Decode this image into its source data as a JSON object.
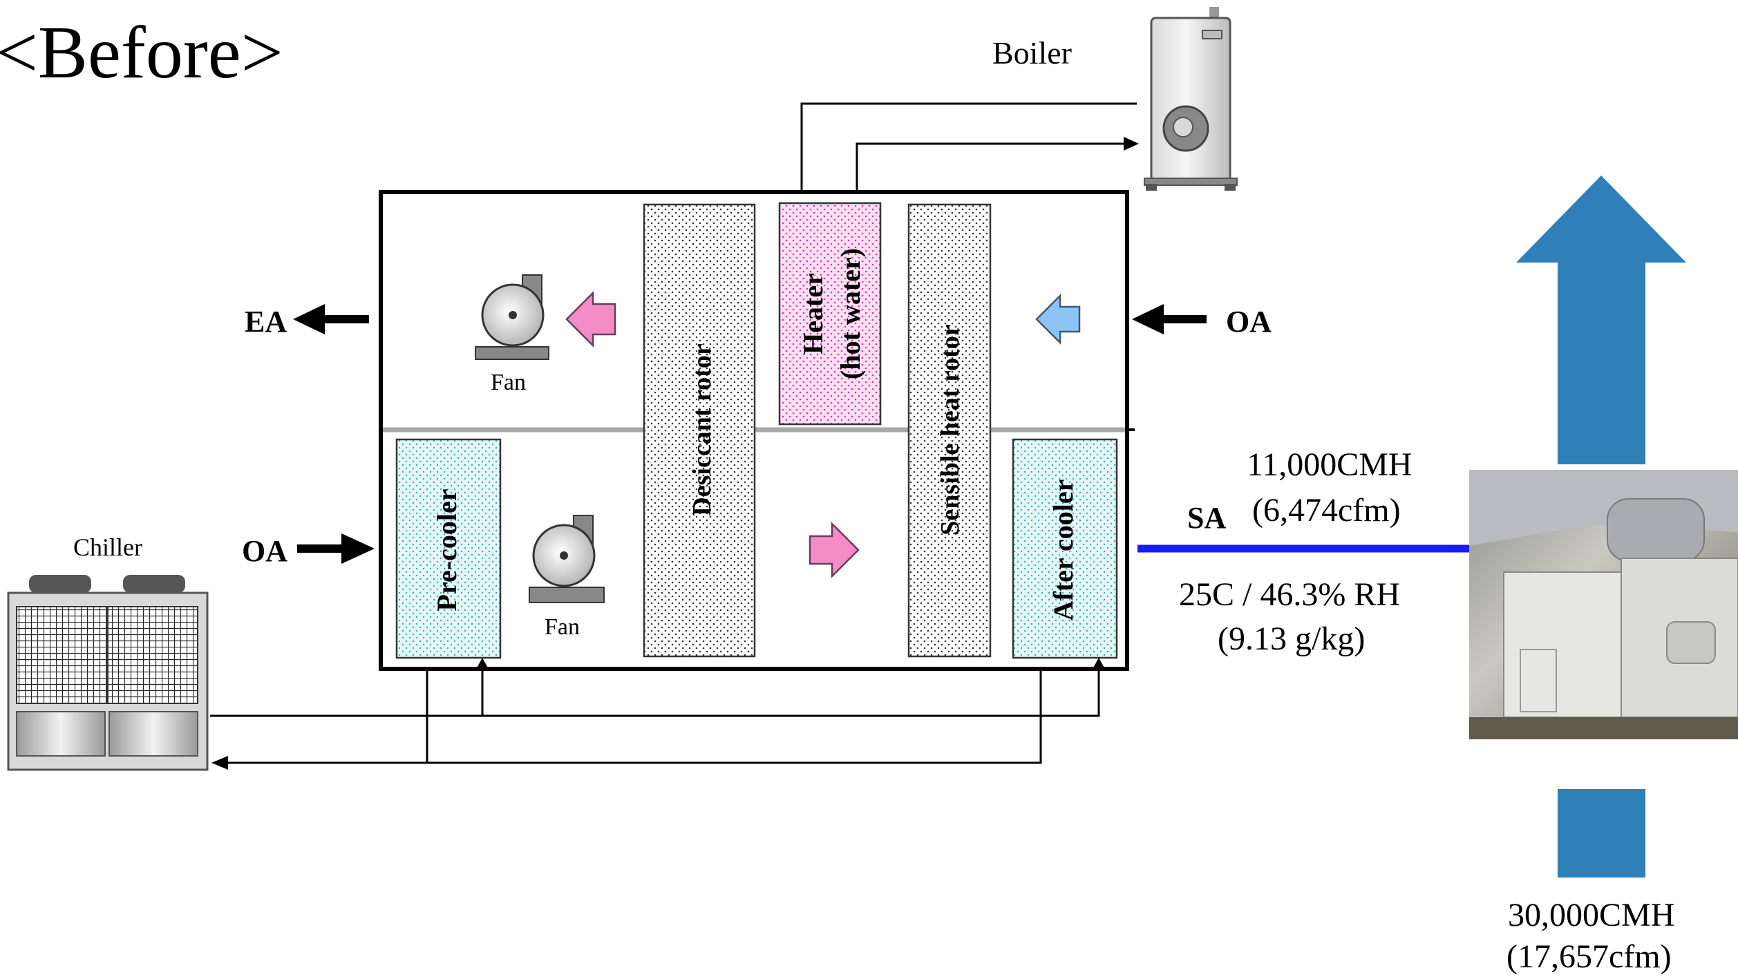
{
  "title": "<Before>",
  "labels": {
    "boiler": "Boiler",
    "chiller": "Chiller",
    "ea": "EA",
    "oa_top": "OA",
    "oa_bottom": "OA",
    "sa": "SA",
    "fan_top": "Fan",
    "fan_bottom": "Fan"
  },
  "components": {
    "pre_cooler": "Pre-cooler",
    "desiccant_rotor": "Desiccant rotor",
    "heater_line1": "Heater",
    "heater_line2": "(hot water)",
    "sensible_heat_rotor": "Sensible heat rotor",
    "after_cooler": "After cooler"
  },
  "supply": {
    "flow_cmh": "11,000CMH",
    "flow_cfm": "(6,474cfm)",
    "condition": "25C / 46.3% RH",
    "humidity_ratio": "(9.13 g/kg)"
  },
  "room": {
    "flow_cmh": "30,000CMH",
    "flow_cfm": "(17,657cfm)"
  },
  "colors": {
    "pink_arrow": "#f48cc8",
    "blue_arrow": "#8cc4f4",
    "supply_line": "#1a1aff",
    "big_arrow": "#2f7fb8",
    "heater_fill": "#f9d8f0",
    "cooler_fill": "#d8f4f4"
  }
}
